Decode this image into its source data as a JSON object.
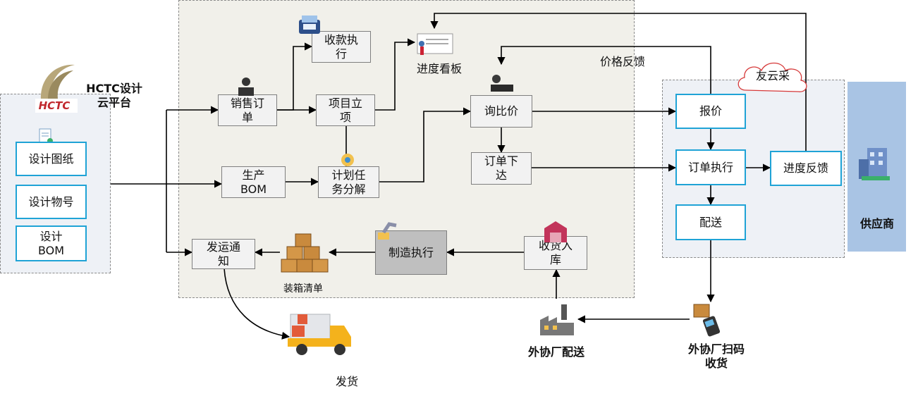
{
  "platform": {
    "title": "HCTC设计\n云平台",
    "logo_text": "HCTC"
  },
  "design": {
    "items": [
      "设计图纸",
      "设计物号",
      "设计\nBOM"
    ]
  },
  "erp": {
    "sales_order": "销售订\n单",
    "payment": "收款执\n行",
    "progress_board": "进度看板",
    "project_setup": "项目立\n项",
    "production_bom": "生产\nBOM",
    "plan_task": "计划任\n务分解",
    "inquiry": "询比价",
    "order_issue": "订单下\n达",
    "shipping_notice": "发运通\n知",
    "packing_list": "装箱清单",
    "manufacturing": "制造执行",
    "receiving": "收货入\n库"
  },
  "price_feedback": "价格反馈",
  "cloud": {
    "label": "友云采",
    "quote": "报价",
    "order_exec": "订单执行",
    "progress_feedback": "进度反馈",
    "delivery": "配送"
  },
  "supplier": {
    "label": "供应商"
  },
  "outsource": {
    "delivery": "外协厂配送",
    "scan_receive": "外协厂扫码\n收货"
  },
  "ship": {
    "label": "发货"
  },
  "colors": {
    "accent_blue": "#1fa3d6",
    "supplier_panel": "#a9c4e4",
    "panel_bg": "#f1f0ea"
  }
}
